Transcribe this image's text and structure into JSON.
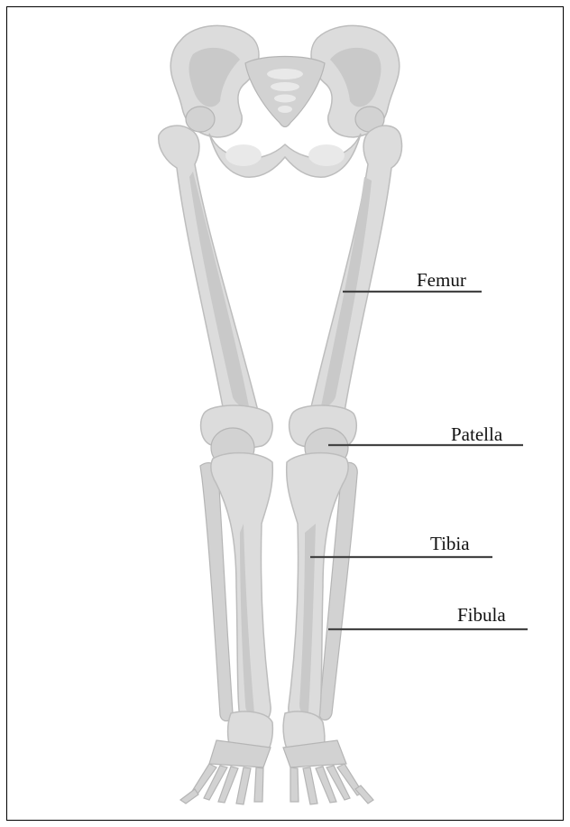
{
  "figure": {
    "subject": "skeleton-of-lower-limbs",
    "bone_fill": "#dcdcdc",
    "outline": "#bdbdbd",
    "label_color": "#111111",
    "leader_color": "#444444"
  },
  "labels": {
    "femur": "Femur",
    "patella": "Patella",
    "tibia": "Tibia",
    "fibula": "Fibula"
  }
}
